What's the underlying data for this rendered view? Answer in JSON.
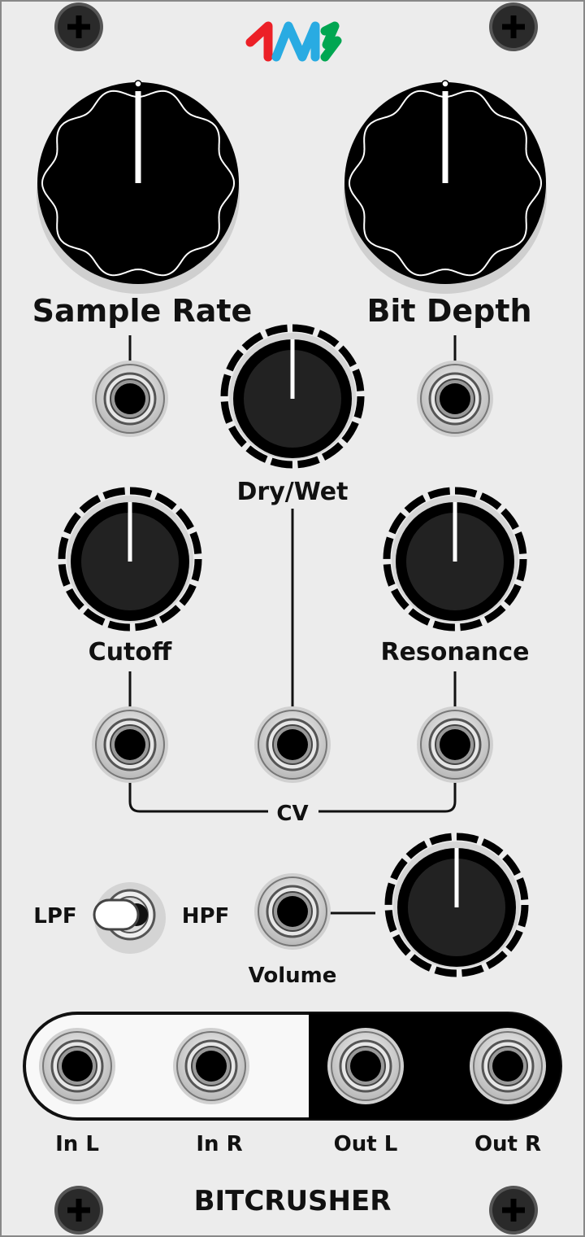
{
  "module": {
    "name": "BITCRUSHER",
    "brand": "4ms"
  },
  "colors": {
    "panel": "#ececec",
    "logo_red": "#ec2027",
    "logo_blue": "#29abe2",
    "logo_green": "#00a651"
  },
  "knobs": {
    "sample_rate": {
      "label": "Sample Rate",
      "value": 0.5
    },
    "bit_depth": {
      "label": "Bit Depth",
      "value": 0.5
    },
    "dry_wet": {
      "label": "Dry/Wet",
      "value": 0.5
    },
    "cutoff": {
      "label": "Cutoff",
      "value": 0.5
    },
    "resonance": {
      "label": "Resonance",
      "value": 0.5
    },
    "volume": {
      "label": "Volume",
      "value": 0.5
    }
  },
  "switch": {
    "left_label": "LPF",
    "right_label": "HPF",
    "position": "LPF"
  },
  "cv_label": "CV",
  "io": {
    "in_l": "In L",
    "in_r": "In R",
    "out_l": "Out L",
    "out_r": "Out R"
  }
}
